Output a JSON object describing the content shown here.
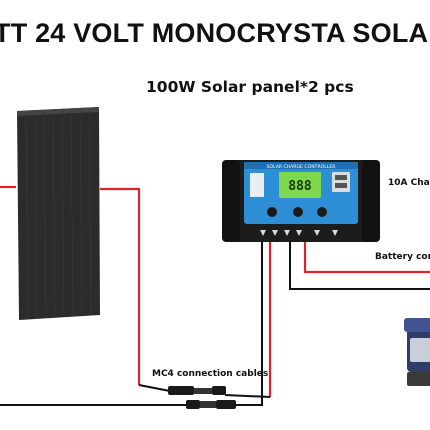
{
  "title": "TT 24 VOLT MONOCRYSTA SOLA",
  "subtitle": "100W Solar panel*2 pcs",
  "labels": {
    "controller": "10A Char",
    "battery": "Battery cor",
    "mc4": "MC4 connection cables"
  },
  "controller_screen": {
    "header": "SOLAR CHARGE CONTROLLER",
    "display": "888"
  },
  "colors": {
    "positive_wire": "#e0202a",
    "negative_wire": "#111111",
    "panel": "#2b2b2b",
    "controller_body": "#1c1c1c",
    "controller_face": "#2f8fd6",
    "lcd": "#7fd94f"
  }
}
